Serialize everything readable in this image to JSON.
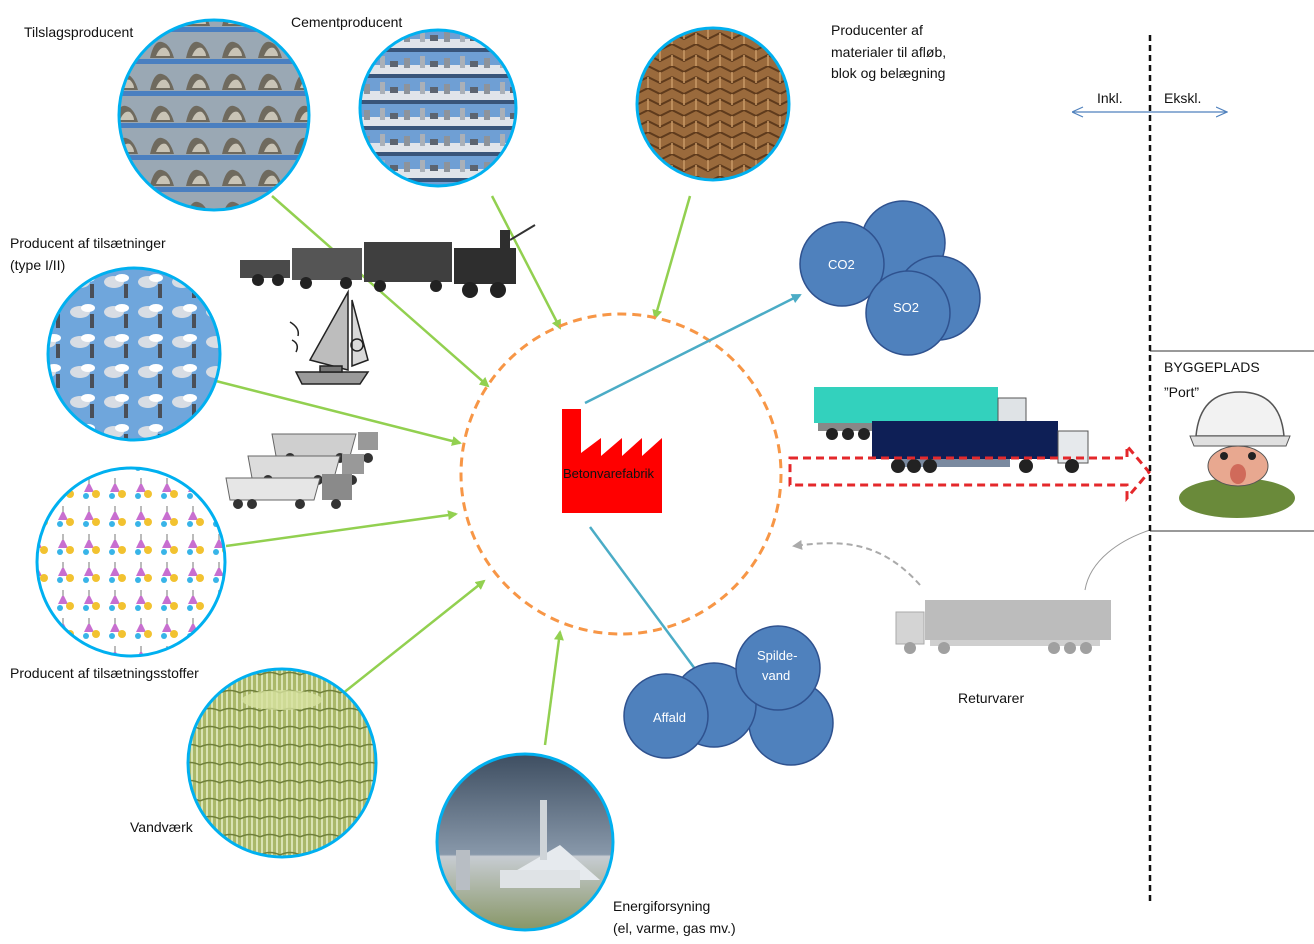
{
  "nodes": {
    "tilslag": "Tilslagsproducent",
    "cement": "Cementproducent",
    "materialer": "Producenter af\nmaterialer til afløb,\nblok og belægning",
    "tilsaetninger": "Producent af tilsætninger\n(type I/II)",
    "tilsaetningsstoffer": "Producent af tilsætningsstoffer",
    "vandvaerk": "Vandværk",
    "energi": "Energiforsyning\n(el, varme, gas mv.)",
    "fabrik": "Betonvarefabrik",
    "returvarer": "Returvarer"
  },
  "emissions": {
    "co2": "CO2",
    "so2": "SO2"
  },
  "waste": {
    "spilde_line1": "Spilde-",
    "spilde_line2": "vand",
    "affald": "Affald"
  },
  "boundary": {
    "inkl": "Inkl.",
    "ekskl": "Ekskl."
  },
  "site": {
    "title": "BYGGEPLADS",
    "subtitle": "”Port”"
  },
  "colors": {
    "arrow_green": "#92D050",
    "arrow_teal": "#4BACC6",
    "circle_orange": "#F79646",
    "blob_blue": "#4F81BD",
    "factory_red": "#FF0000",
    "photo_ring": "#00B0F0"
  }
}
